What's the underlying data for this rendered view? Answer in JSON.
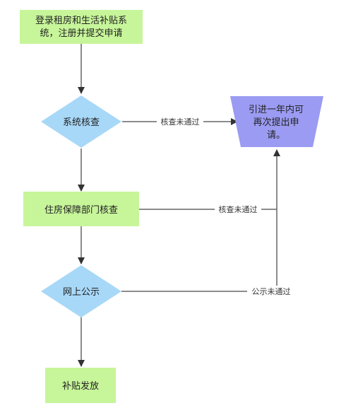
{
  "colors": {
    "process": "#c7f59a",
    "decision": "#a8d8f8",
    "outcome": "#9b9bf3",
    "line": "#666666",
    "arrow": "#333333"
  },
  "nodes": {
    "register": {
      "lines": [
        "登录租房和生活补贴系",
        "统，注册并提交申请"
      ]
    },
    "system_check": {
      "label": "系统核查"
    },
    "housing_check": {
      "label": "住房保障部门核查"
    },
    "publicity": {
      "label": "网上公示"
    },
    "payment": {
      "label": "补贴发放"
    },
    "reapply": {
      "lines": [
        "引进一年内可",
        "再次提出申",
        "请。"
      ]
    }
  },
  "edges": {
    "system_fail": "核查未通过",
    "housing_fail": "核查未通过",
    "publicity_fail": "公示未通过"
  }
}
